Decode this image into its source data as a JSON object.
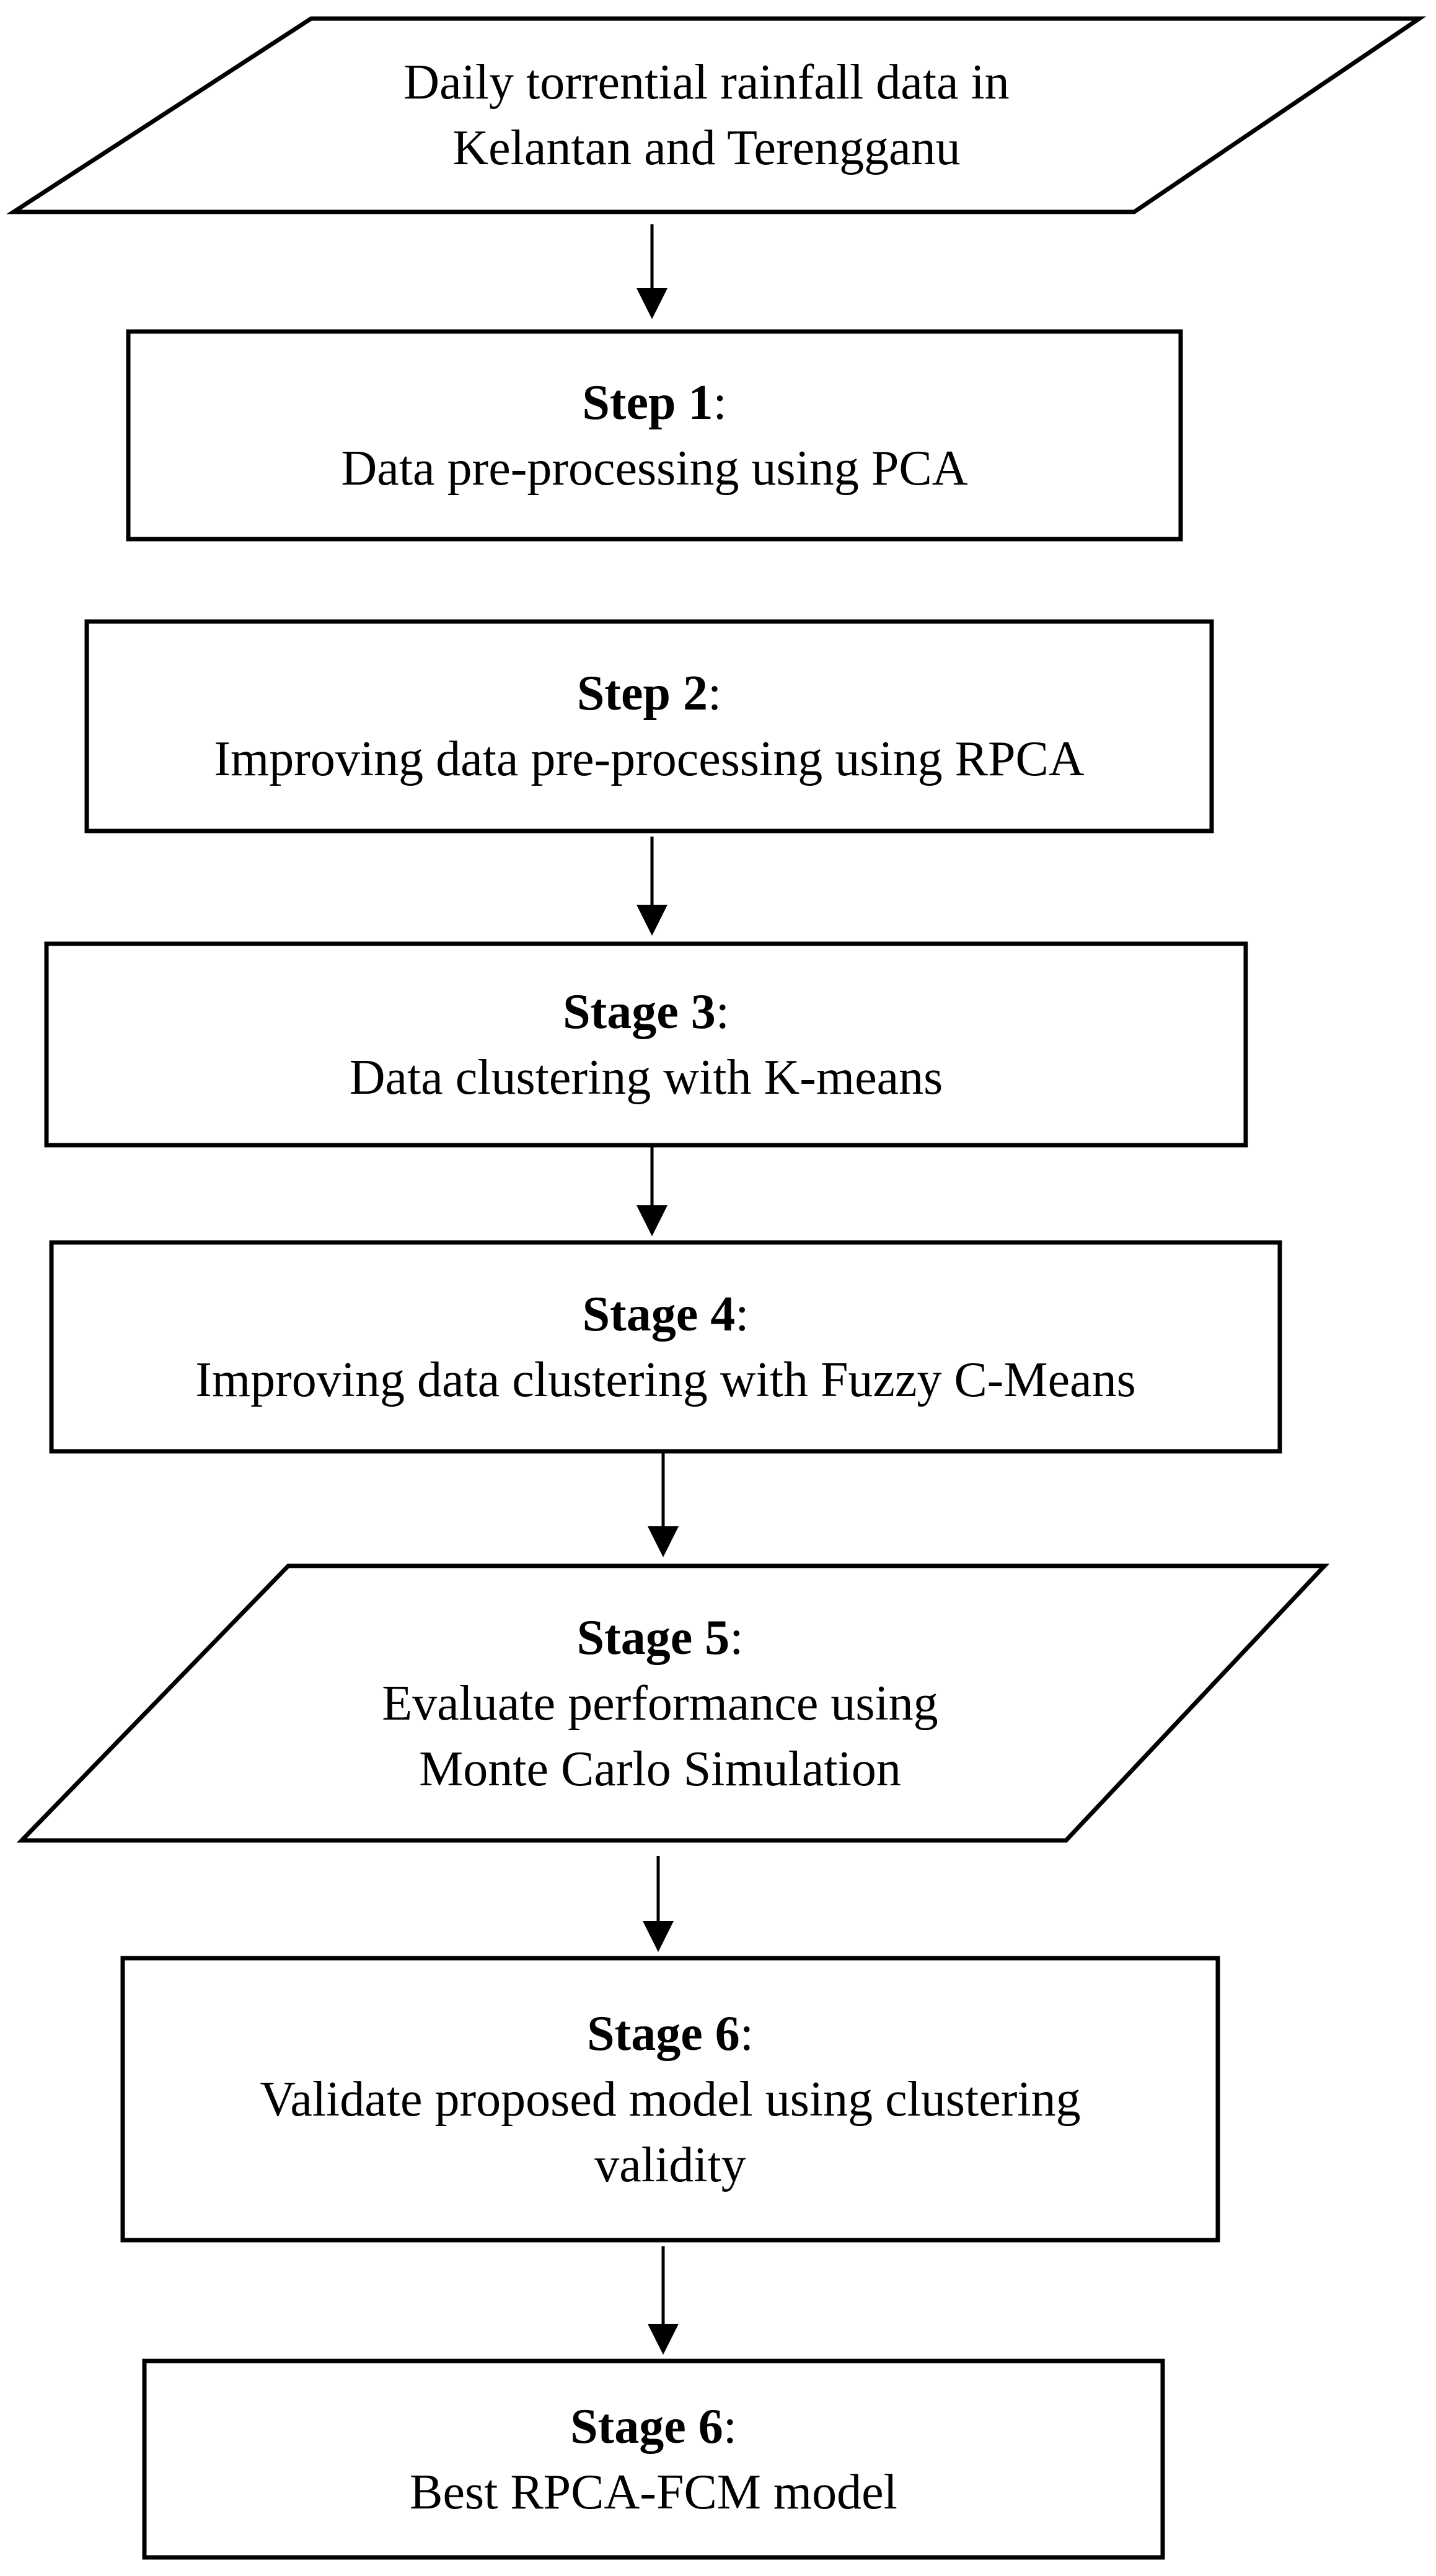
{
  "colors": {
    "stroke": "#000000",
    "fill": "#ffffff",
    "text": "#000000"
  },
  "nodes": [
    {
      "shape": "parallelogram",
      "lines": [
        "Daily torrential rainfall data in",
        "Kelantan and Terengganu"
      ]
    },
    {
      "shape": "rectangle",
      "label": "Step 1",
      "lines": [
        "Data pre-processing using PCA"
      ]
    },
    {
      "shape": "rectangle",
      "label": "Step 2",
      "lines": [
        "Improving data pre-processing using RPCA"
      ]
    },
    {
      "shape": "rectangle",
      "label": "Stage 3",
      "lines": [
        "Data clustering with K-means"
      ]
    },
    {
      "shape": "rectangle",
      "label": "Stage 4",
      "lines": [
        "Improving data clustering with Fuzzy C-Means"
      ]
    },
    {
      "shape": "parallelogram",
      "label": "Stage 5",
      "lines": [
        "Evaluate performance using",
        "Monte Carlo Simulation"
      ]
    },
    {
      "shape": "rectangle",
      "label": "Stage 6",
      "lines": [
        "Validate proposed model using clustering",
        "validity"
      ]
    },
    {
      "shape": "rectangle",
      "label": "Stage 6",
      "lines": [
        "Best RPCA-FCM model"
      ]
    }
  ]
}
